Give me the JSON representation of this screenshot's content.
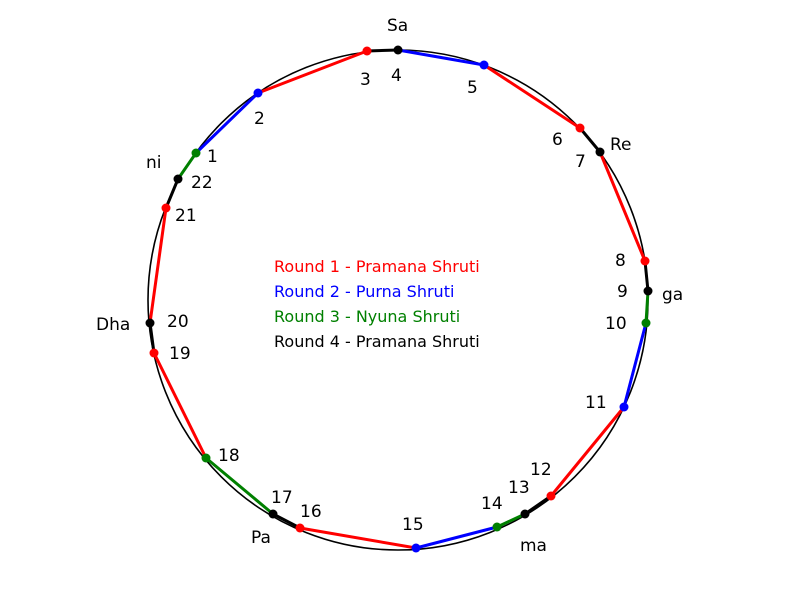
{
  "colors": {
    "round1": "#ff0000",
    "round2": "#0000ff",
    "round3": "#008000",
    "round4": "#000000",
    "circle": "#000000"
  },
  "legend": [
    {
      "text": "Round 1 - Pramana Shruti",
      "color": "#ff0000"
    },
    {
      "text": "Round 2 - Purna Shruti",
      "color": "#0000ff"
    },
    {
      "text": "Round 3 - Nyuna Shruti",
      "color": "#008000"
    },
    {
      "text": "Round 4 - Pramana Shruti",
      "color": "#000000"
    }
  ],
  "notes": [
    "Sa",
    "Re",
    "ga",
    "ma",
    "Pa",
    "Dha",
    "ni"
  ],
  "shrutis": [
    {
      "n": "1",
      "color": "#008000"
    },
    {
      "n": "2",
      "color": "#0000ff"
    },
    {
      "n": "3",
      "color": "#ff0000"
    },
    {
      "n": "4",
      "color": "#000000"
    },
    {
      "n": "5",
      "color": "#0000ff"
    },
    {
      "n": "6",
      "color": "#ff0000"
    },
    {
      "n": "7",
      "color": "#000000"
    },
    {
      "n": "8",
      "color": "#ff0000"
    },
    {
      "n": "9",
      "color": "#000000"
    },
    {
      "n": "10",
      "color": "#008000"
    },
    {
      "n": "11",
      "color": "#0000ff"
    },
    {
      "n": "12",
      "color": "#ff0000"
    },
    {
      "n": "13",
      "color": "#000000"
    },
    {
      "n": "14",
      "color": "#008000"
    },
    {
      "n": "15",
      "color": "#0000ff"
    },
    {
      "n": "16",
      "color": "#ff0000"
    },
    {
      "n": "17",
      "color": "#000000"
    },
    {
      "n": "18",
      "color": "#008000"
    },
    {
      "n": "19",
      "color": "#ff0000"
    },
    {
      "n": "20",
      "color": "#000000"
    },
    {
      "n": "21",
      "color": "#ff0000"
    },
    {
      "n": "22",
      "color": "#000000"
    }
  ]
}
